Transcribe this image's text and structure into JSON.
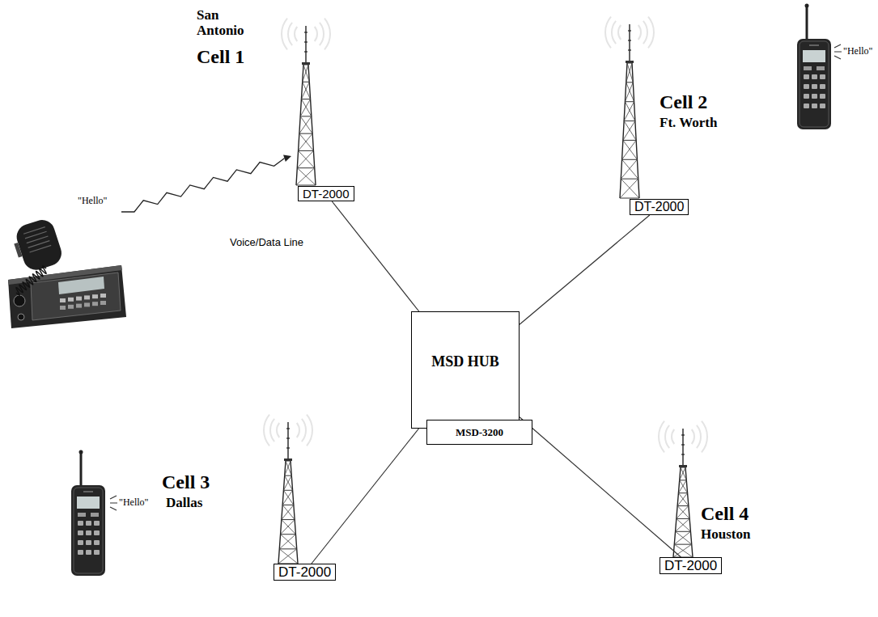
{
  "diagram": {
    "nodes": [
      {
        "text": [
          "DT-2000"
        ]
      },
      {
        "text": [
          "DT-2000"
        ]
      },
      {
        "text": [
          "MSD HUB"
        ]
      },
      {
        "text": [
          "MSD-3200"
        ]
      },
      {
        "text": [
          "DT-2000"
        ]
      },
      {
        "text": [
          "DT-2000"
        ]
      }
    ],
    "edges": [
      {
        "from": 0,
        "to": 2,
        "arrow": "none",
        "label": "Voice/Data Line"
      },
      {
        "from": 1,
        "to": 2,
        "arrow": "none"
      },
      {
        "from": 4,
        "to": 2,
        "arrow": "none"
      },
      {
        "from": 5,
        "to": 2,
        "arrow": "none"
      }
    ],
    "labels": [
      "San Antonio",
      "Cell 1",
      "\"Hello\"",
      "Cell 2",
      "Ft. Worth",
      "\"Hello\"",
      "Cell 3",
      "Dallas",
      "Cell 4",
      "Houston",
      "\"Hello\""
    ]
  }
}
